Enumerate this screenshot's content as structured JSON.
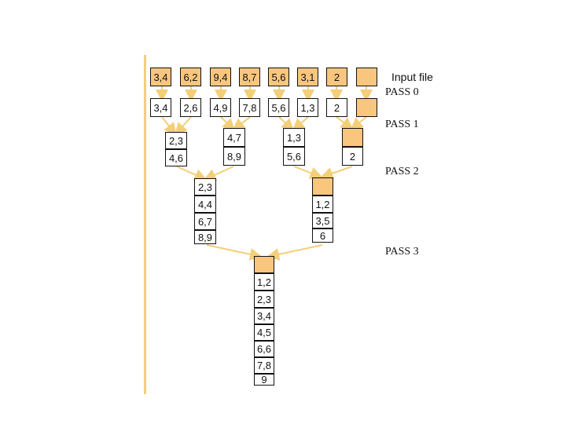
{
  "labels": {
    "input_file": "Input file",
    "pass0": "PASS 0",
    "pass1": "PASS 1",
    "pass2": "PASS 2",
    "pass3": "PASS 3"
  },
  "input_pages": [
    "3,4",
    "6,2",
    "9,4",
    "8,7",
    "5,6",
    "3,1",
    "2",
    ""
  ],
  "pass0_runs": [
    "3,4",
    "2,6",
    "4,9",
    "7,8",
    "5,6",
    "1,3",
    "2",
    ""
  ],
  "pass1_runs": [
    [
      "2,3",
      "4,6"
    ],
    [
      "4,7",
      "8,9"
    ],
    [
      "1,3",
      "5,6"
    ],
    [
      "",
      "2"
    ]
  ],
  "pass2_runs": [
    [
      "2,3",
      "4,4",
      "6,7",
      "8,9"
    ],
    [
      "",
      "1,2",
      "3,5",
      "6"
    ]
  ],
  "pass3_run": [
    "",
    "1,2",
    "2,3",
    "3,4",
    "4,5",
    "6,6",
    "7,8",
    "9"
  ],
  "colors": {
    "page_fill": "#f9c67e",
    "arrow": "#f3cf78",
    "border": "#111111"
  }
}
